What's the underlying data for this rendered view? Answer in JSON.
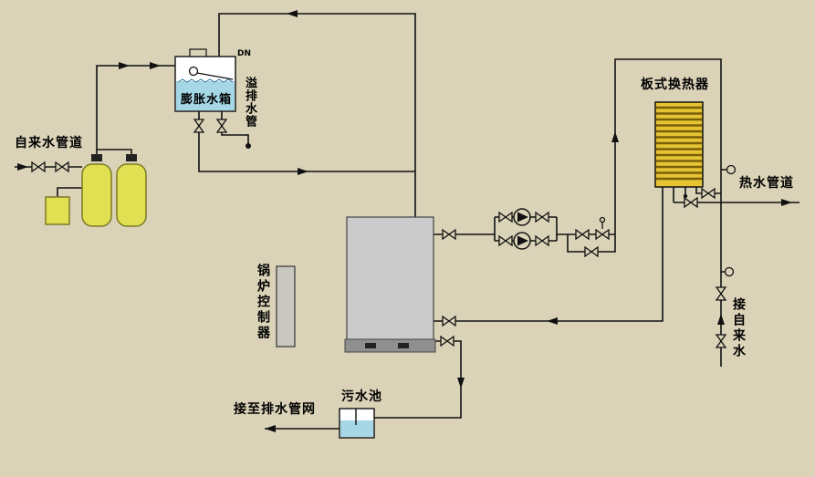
{
  "labels": {
    "tap_water_pipe": "自来水管道",
    "expansion_tank": "膨胀水箱",
    "dn_mark": "DN",
    "overflow_drain_pipe": "溢排水管",
    "boiler_controller": "锅炉控制器",
    "connect_to_drain_network": "接至排水管网",
    "sewage_pool": "污水池",
    "plate_heat_exchanger": "板式换热器",
    "hot_water_pipe": "热水管道",
    "connect_tap_water": "接自来水"
  },
  "colors": {
    "background": "#dad3b8",
    "water_blue": "#a6d7e6",
    "tank_yellow": "#e0e052",
    "exchanger_yellow": "#e6c434",
    "exchanger_stripe": "#7a5f08",
    "boiler_gray": "#cbcbcb",
    "pipe": "#111111"
  }
}
